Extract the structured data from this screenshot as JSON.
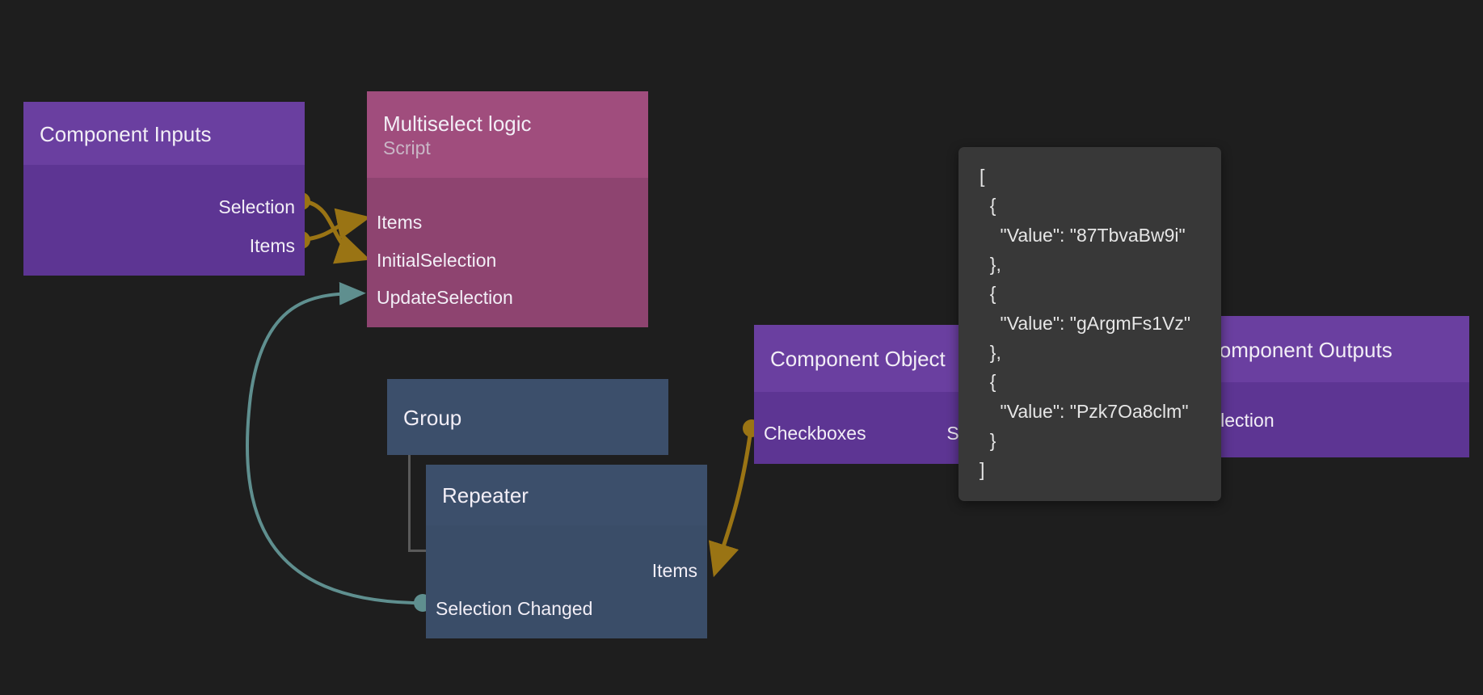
{
  "canvas": {
    "background": "#1e1e1e",
    "wire_data_color": "#9a7414",
    "wire_signal_color": "#5f8f8f"
  },
  "nodes": {
    "component_inputs": {
      "title": "Component Inputs",
      "header_color": "#6a3fa0",
      "body_color": "#5d3593",
      "outputs": [
        {
          "label": "Selection"
        },
        {
          "label": "Items"
        }
      ]
    },
    "multiselect_logic": {
      "title": "Multiselect logic",
      "subtitle": "Script",
      "header_color": "#a04d7d",
      "body_color": "#8e4470",
      "inputs": [
        {
          "label": "Items"
        },
        {
          "label": "InitialSelection"
        },
        {
          "label": "UpdateSelection"
        }
      ]
    },
    "group": {
      "title": "Group",
      "header_color": "#3c4f6b"
    },
    "repeater": {
      "title": "Repeater",
      "header_color": "#3c4f6b",
      "body_color": "#3a4d68",
      "outputs": [
        {
          "label": "Items"
        }
      ],
      "inputs": [
        {
          "label": "Selection Changed"
        }
      ]
    },
    "component_object": {
      "title": "Component Object",
      "header_color": "#6a3fa0",
      "body_color": "#5d3593",
      "inputs": [
        {
          "label": "Checkboxes"
        }
      ],
      "outputs": [
        {
          "label": "Selection"
        }
      ]
    },
    "component_outputs": {
      "title": "Component Outputs",
      "header_color": "#6a3fa0",
      "body_color": "#5d3593",
      "inputs": [
        {
          "label": "Selection"
        }
      ]
    }
  },
  "tooltip": {
    "background": "#383838",
    "text": "[\n  {\n    \"Value\": \"87TbvaBw9i\"\n  },\n  {\n    \"Value\": \"gArgmFs1Vz\"\n  },\n  {\n    \"Value\": \"Pzk7Oa8clm\"\n  }\n]",
    "values": [
      "87TbvaBw9i",
      "gArgmFs1Vz",
      "Pzk7Oa8clm"
    ]
  }
}
